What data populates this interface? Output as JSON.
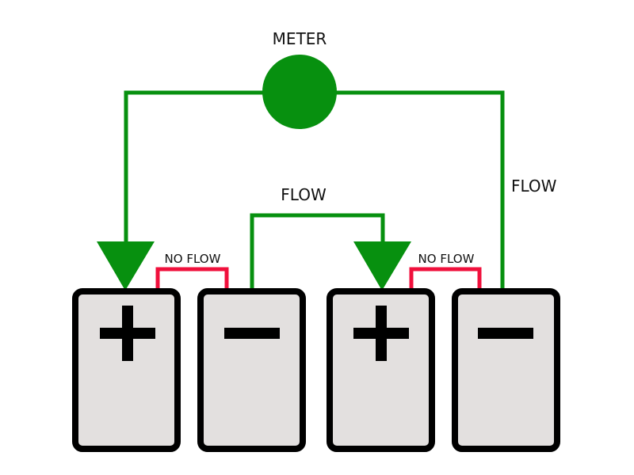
{
  "title": "Battery series circuit with meter",
  "colors": {
    "flow": "#07900f",
    "no_flow": "#f0103c",
    "cell_fill": "#e3e0df",
    "cell_border": "#000000"
  },
  "labels": {
    "meter": "METER",
    "flow_top": "FLOW",
    "flow_right": "FLOW",
    "no_flow_left": "NO FLOW",
    "no_flow_right": "NO FLOW"
  },
  "cells": [
    {
      "terminal": "positive",
      "symbol": "plus"
    },
    {
      "terminal": "negative",
      "symbol": "minus"
    },
    {
      "terminal": "positive",
      "symbol": "plus"
    },
    {
      "terminal": "negative",
      "symbol": "minus"
    }
  ]
}
